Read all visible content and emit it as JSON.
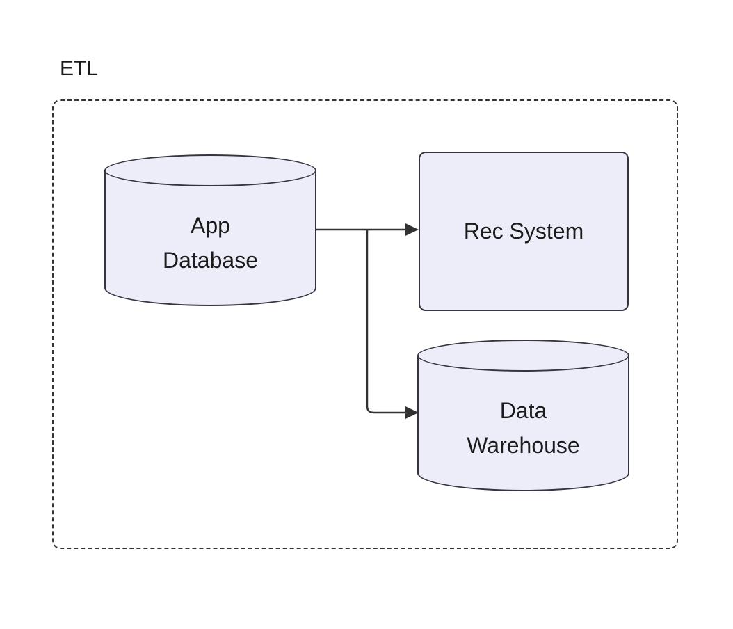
{
  "diagram": {
    "type": "flowchart",
    "container": {
      "label": "ETL"
    },
    "nodes": [
      {
        "id": "app-database",
        "shape": "cylinder",
        "label": "App Database",
        "lines": [
          "App",
          "Database"
        ]
      },
      {
        "id": "rec-system",
        "shape": "rounded-rect",
        "label": "Rec System",
        "lines": [
          "Rec System",
          ""
        ]
      },
      {
        "id": "data-warehouse",
        "shape": "cylinder",
        "label": "Data Warehouse",
        "lines": [
          "Data",
          "Warehouse"
        ]
      }
    ],
    "edges": [
      {
        "from": "app-database",
        "to": "rec-system"
      },
      {
        "from": "app-database",
        "to": "data-warehouse"
      }
    ],
    "colors": {
      "node_fill": "#EDEDFA",
      "node_stroke": "#35353F",
      "edge_stroke": "#333333",
      "container_border": "#333333",
      "text": "#1B1B1B",
      "background": "#FFFFFF"
    }
  }
}
